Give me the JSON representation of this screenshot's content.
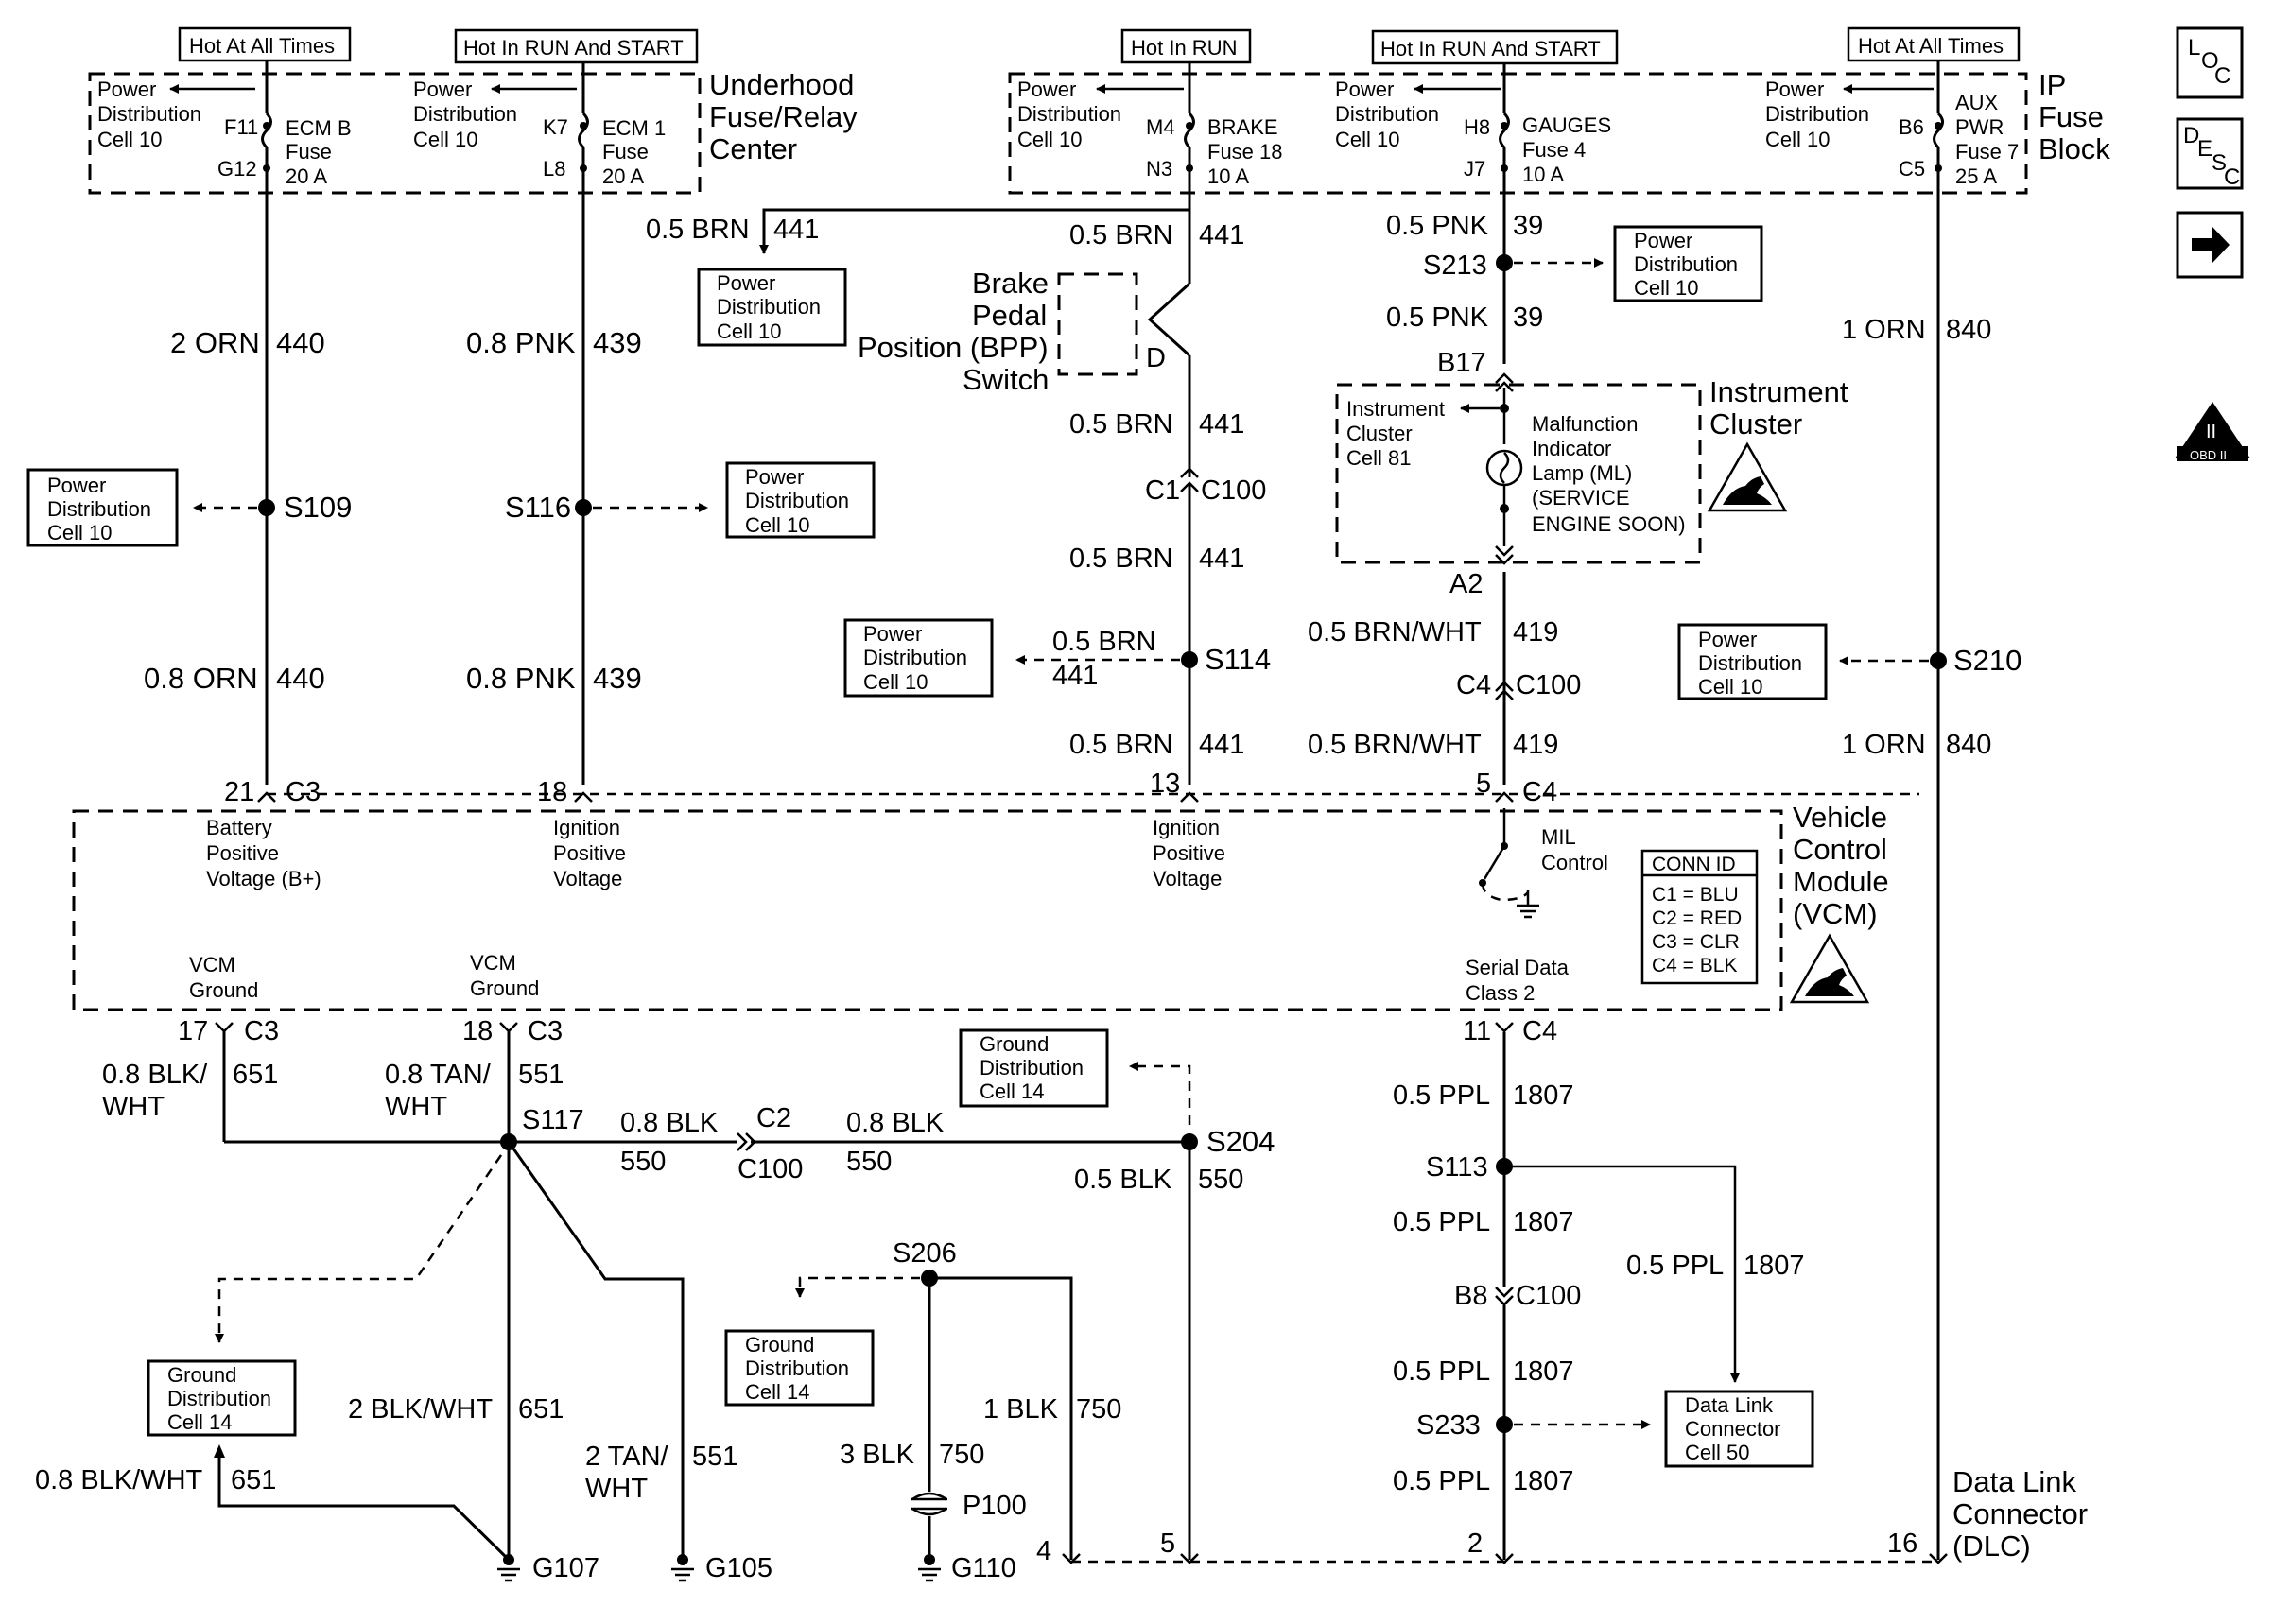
{
  "diagram": {
    "labels": {
      "hot_always_1": "Hot At All Times",
      "hot_run_start_1": "Hot In RUN And START",
      "hot_run": "Hot In RUN",
      "hot_run_start_2": "Hot In RUN And START",
      "hot_always_2": "Hot At All Times",
      "underhood_1": "Underhood",
      "underhood_2": "Fuse/Relay",
      "underhood_3": "Center",
      "ip_1": "IP",
      "ip_2": "Fuse",
      "ip_3": "Block",
      "power": "Power",
      "distribution": "Distribution",
      "cell10": "Cell 10",
      "ground": "Ground",
      "cell14": "Cell 14",
      "f11": "F11",
      "g12": "G12",
      "ecmb_1": "ECM B",
      "ecmb_2": "Fuse",
      "ecmb_3": "20 A",
      "k7": "K7",
      "l8": "L8",
      "ecm1_1": "ECM 1",
      "ecm1_2": "Fuse",
      "ecm1_3": "20 A",
      "m4": "M4",
      "n3": "N3",
      "brake_1": "BRAKE",
      "brake_2": "Fuse 18",
      "brake_3": "10 A",
      "h8": "H8",
      "j7": "J7",
      "gauges_1": "GAUGES",
      "gauges_2": "Fuse 4",
      "gauges_3": "10 A",
      "b6": "B6",
      "c5": "C5",
      "aux_1": "AUX",
      "aux_2": "PWR",
      "aux_3": "Fuse 7",
      "aux_4": "25 A",
      "w_05brn": "0.5 BRN",
      "w_441": "441",
      "w_2orn": "2 ORN",
      "w_440": "440",
      "w_08pnk": "0.8 PNK",
      "w_439": "439",
      "w_05pnk": "0.5 PNK",
      "w_39": "39",
      "w_1orn": "1 ORN",
      "w_840": "840",
      "w_08orn": "0.8 ORN",
      "w_05brnwht": "0.5 BRN/WHT",
      "w_419": "419",
      "w_08blk_1": "0.8 BLK/",
      "w_wht": "WHT",
      "w_651": "651",
      "w_08tan": "0.8 TAN/",
      "w_551": "551",
      "w_08blk": "0.8 BLK",
      "w_550": "550",
      "w_05blk": "0.5 BLK",
      "w_05ppl": "0.5 PPL",
      "w_1807": "1807",
      "w_2blkwht": "2 BLK/WHT",
      "w_2tan": "2 TAN/",
      "w_08blkwht": "0.8 BLK/WHT",
      "w_3blk": "3 BLK",
      "w_750": "750",
      "w_1blk": "1 BLK",
      "bpp_1": "Brake",
      "bpp_2": "Pedal",
      "bpp_3": "Position (BPP)",
      "bpp_4": "Switch",
      "bpp_d": "D",
      "s213": "S213",
      "s109": "S109",
      "s116": "S116",
      "s114": "S114",
      "s210": "S210",
      "s117": "S117",
      "s204": "S204",
      "s113": "S113",
      "s206": "S206",
      "s233": "S233",
      "b17": "B17",
      "a2": "A2",
      "c1": "C1",
      "c100": "C100",
      "c4": "C4",
      "c3": "C3",
      "c2": "C2",
      "b8": "B8",
      "ic_title_1": "Instrument",
      "ic_title_2": "Cluster",
      "ic_cell_1": "Instrument",
      "ic_cell_2": "Cluster",
      "ic_cell_3": "Cell 81",
      "mil_1": "Malfunction",
      "mil_2": "Indicator",
      "mil_3": "Lamp (ML)",
      "mil_4": "(SERVICE",
      "mil_5": "ENGINE SOON)",
      "pin21": "21",
      "pin18": "18",
      "pin13": "13",
      "pin5": "5",
      "pin17": "17",
      "pin11": "11",
      "bpv_1": "Battery",
      "bpv_2": "Positive",
      "bpv_3": "Voltage (B+)",
      "ipv_1": "Ignition",
      "ipv_2": "Positive",
      "ipv_3": "Voltage",
      "milc_1": "MIL",
      "milc_2": "Control",
      "vcmg_1": "VCM",
      "vcmg_2": "Ground",
      "sd_1": "Serial Data",
      "sd_2": "Class 2",
      "conn_id": "CONN ID",
      "conn_c1": "C1 = BLU",
      "conn_c2": "C2 = RED",
      "conn_c3": "C3 = CLR",
      "conn_c4": "C4 = BLK",
      "vcm_1": "Vehicle",
      "vcm_2": "Control",
      "vcm_3": "Module",
      "vcm_4": "(VCM)",
      "g107": "G107",
      "g105": "G105",
      "g110": "G110",
      "p100": "P100",
      "dlc_4": "4",
      "dlc_5": "5",
      "dlc_2": "2",
      "dlc_16": "16",
      "dlc_1": "Data Link",
      "dlc_2t": "Connector",
      "dlc_3": "(DLC)",
      "dlc_cell_1": "Data Link",
      "dlc_cell_2": "Connector",
      "dlc_cell_3": "Cell 50",
      "loc_l": "L",
      "loc_o": "O",
      "loc_c": "C",
      "desc_d": "D",
      "desc_e": "E",
      "desc_s": "S",
      "desc_c": "C",
      "obd_ii": "II",
      "obd_label": "OBD II"
    }
  }
}
